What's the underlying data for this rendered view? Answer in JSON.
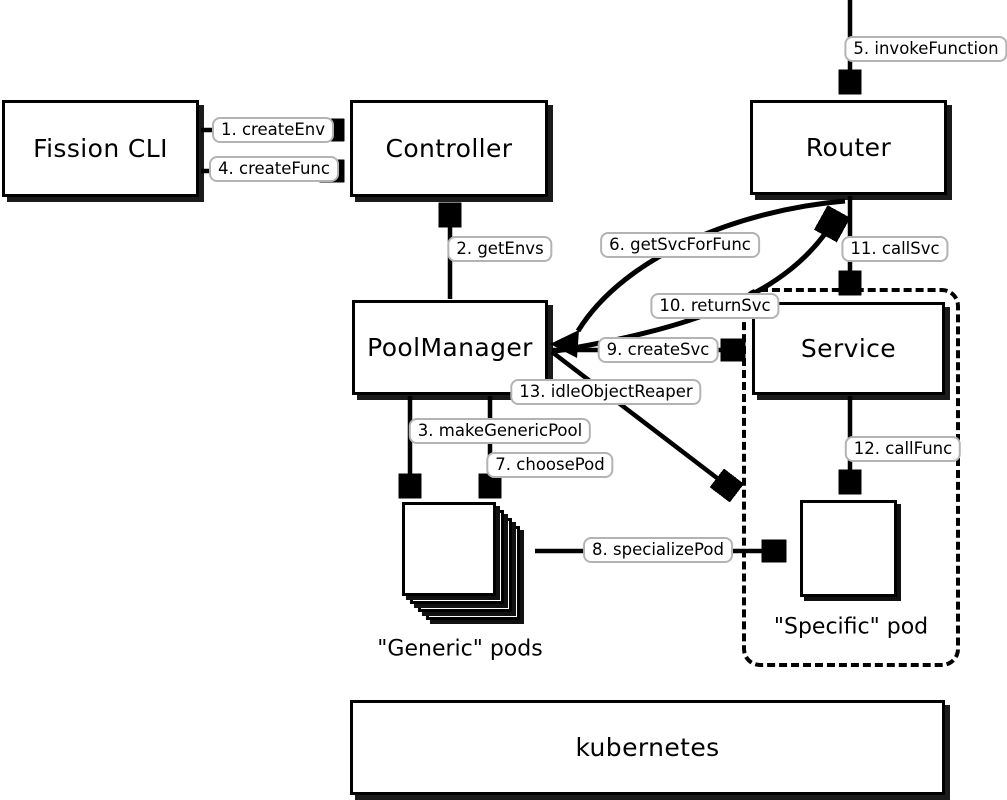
{
  "nodes": [
    {
      "id": "fission-cli",
      "label": "Fission CLI"
    },
    {
      "id": "controller",
      "label": "Controller"
    },
    {
      "id": "router",
      "label": "Router"
    },
    {
      "id": "poolmanager",
      "label": "PoolManager"
    },
    {
      "id": "service",
      "label": "Service"
    },
    {
      "id": "kubernetes",
      "label": "kubernetes"
    }
  ],
  "pods": {
    "generic": {
      "caption": "\"Generic\" pods",
      "stack_count": 4
    },
    "specific": {
      "caption": "\"Specific\" pod",
      "stack_count": 1
    }
  },
  "edges": [
    {
      "label": "1. createEnv",
      "from": "Fission CLI",
      "to": "Controller"
    },
    {
      "label": "2. getEnvs",
      "from": "PoolManager",
      "to": "Controller"
    },
    {
      "label": "3. makeGenericPool",
      "from": "PoolManager",
      "to": "Generic pods"
    },
    {
      "label": "4. createFunc",
      "from": "Fission CLI",
      "to": "Controller"
    },
    {
      "label": "5. invokeFunction",
      "from": "external",
      "to": "Router"
    },
    {
      "label": "6. getSvcForFunc",
      "from": "Router",
      "to": "PoolManager"
    },
    {
      "label": "7. choosePod",
      "from": "PoolManager",
      "to": "Generic pods"
    },
    {
      "label": "8. specializePod",
      "from": "Generic pods",
      "to": "Specific pod"
    },
    {
      "label": "9. createSvc",
      "from": "PoolManager",
      "to": "Service"
    },
    {
      "label": "10. returnSvc",
      "from": "PoolManager",
      "to": "Router"
    },
    {
      "label": "11. callSvc",
      "from": "Router",
      "to": "Service"
    },
    {
      "label": "12. callFunc",
      "from": "Service",
      "to": "Specific pod"
    },
    {
      "label": "13. idleObjectReaper",
      "from": "PoolManager",
      "to": "Specific pod boundary"
    }
  ],
  "colors": {
    "line": "#000000",
    "box_border": "#000000",
    "box_shadow": "#1b1b1b",
    "label_border": "#b3b3b3",
    "background": "#ffffff"
  }
}
